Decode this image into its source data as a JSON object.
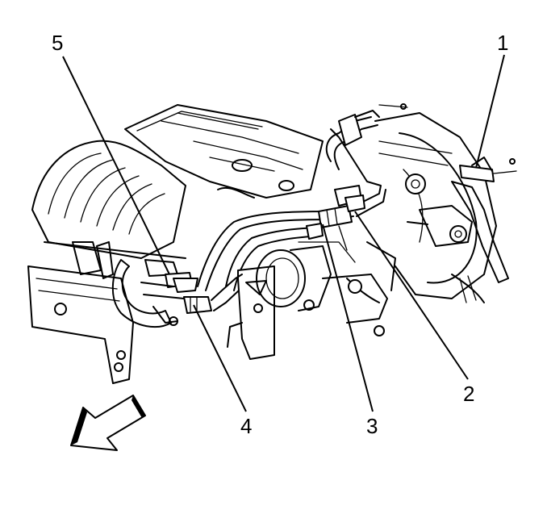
{
  "callouts": {
    "c1": "1",
    "c2": "2",
    "c3": "3",
    "c4": "4",
    "c5": "5"
  },
  "icons": {
    "direction": "front-arrow-icon"
  },
  "colors": {
    "line": "#000000",
    "background": "#ffffff"
  }
}
